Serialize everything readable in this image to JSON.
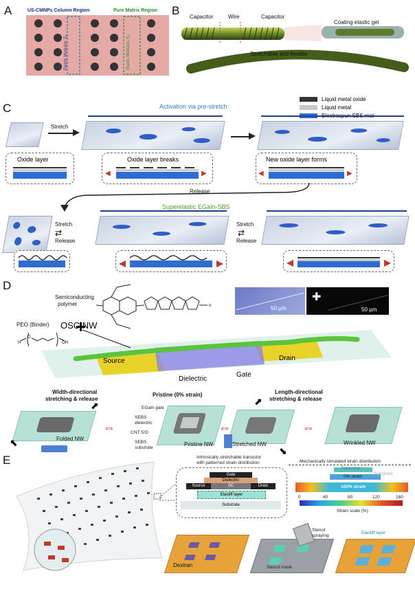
{
  "panels": {
    "a": {
      "letter": "A",
      "col_label": "US-CMNPs Column Region",
      "matrix_label": "Pure Matrix Region",
      "mod_label_1": "Elastic Modulus: E₁",
      "mod_label_2": "Elastic Modulus: E₂"
    },
    "b": {
      "letter": "B",
      "capacitor_1": "Capacitor",
      "wire": "Wire",
      "capacitor_2": "Capacitor",
      "coating": "Coating elastic gel",
      "stretch": "Stretchable and flexible"
    },
    "c": {
      "letter": "C",
      "activation": "Activation via pre-stretch",
      "legend": [
        "Liquid metal oxide",
        "Liquid metal",
        "Electrospun SBS mat"
      ],
      "stretch": "Stretch",
      "oxide_layer": "Oxide layer",
      "oxide_breaks": "Oxide layer breaks",
      "new_oxide": "New oxide layer forms",
      "release": "Release",
      "superelastic": "Superelastic EGaIn-SBS",
      "stretch_2": "Stretch",
      "release_2": "Release",
      "stretch_3": "Stretch",
      "release_3": "Release"
    },
    "d": {
      "letter": "D",
      "peo": "PEO (Binder)",
      "semiconducting": "Semiconducting",
      "polymer": "polymer",
      "scale_1": "50 µm",
      "scale_2": "50 µm",
      "osc_nw": "OSC NW",
      "source": "Source",
      "drain": "Drain",
      "dielectric": "Dielectric",
      "gate": "Gate",
      "width_dir_1": "Width-directional",
      "width_dir_2": "stretching & release",
      "pristine": "Pristine (0% strain)",
      "length_dir_1": "Length-directional",
      "length_dir_2": "stretching & release",
      "egain_gate": "EGaIn gate",
      "sebs_dielectric_1": "SEBS",
      "sebs_dielectric_2": "dielectric",
      "cnt_sd": "CNT S/D",
      "sebs_substrate_1": "SEBS",
      "sebs_substrate_2": "substrate",
      "folded_nw": "Folded NW",
      "pristine_nw": "Pristine NW",
      "stretched_nw": "Stretched NW",
      "wrinkled_nw": "Wrinkled NW"
    },
    "e": {
      "letter": "E",
      "title_1": "Intrinsically stretchable transistor",
      "title_2": "with patterned strain distribution",
      "gate": "Gate",
      "dielectric": "Dielectric",
      "source": "Source",
      "sc": "SC",
      "drain": "Drain",
      "elastiff": "Elastiff layer",
      "substrate": "Substrate",
      "mech_title": "Mechanically simulated strain distribution",
      "transistor": "Transistor",
      "substrate_2": "Substrate",
      "zero_strain": "0% strain",
      "hundred_strain": "100% strain",
      "ticks": [
        "0",
        "40",
        "80",
        "120",
        "160"
      ],
      "strain_scale": "Strain scale (%)",
      "dextran": "Dextran",
      "stencil_1": "Stencil",
      "stencil_2": "spraying",
      "stencil_mask": "Stencil mask",
      "elastiff_2": "Elastiff layer"
    }
  },
  "colors": {
    "blue_title": "#2e7fb8",
    "green_title": "#4e9a2a",
    "mat_blue": "#2f5fc6",
    "red_arrow": "#c0392b"
  }
}
